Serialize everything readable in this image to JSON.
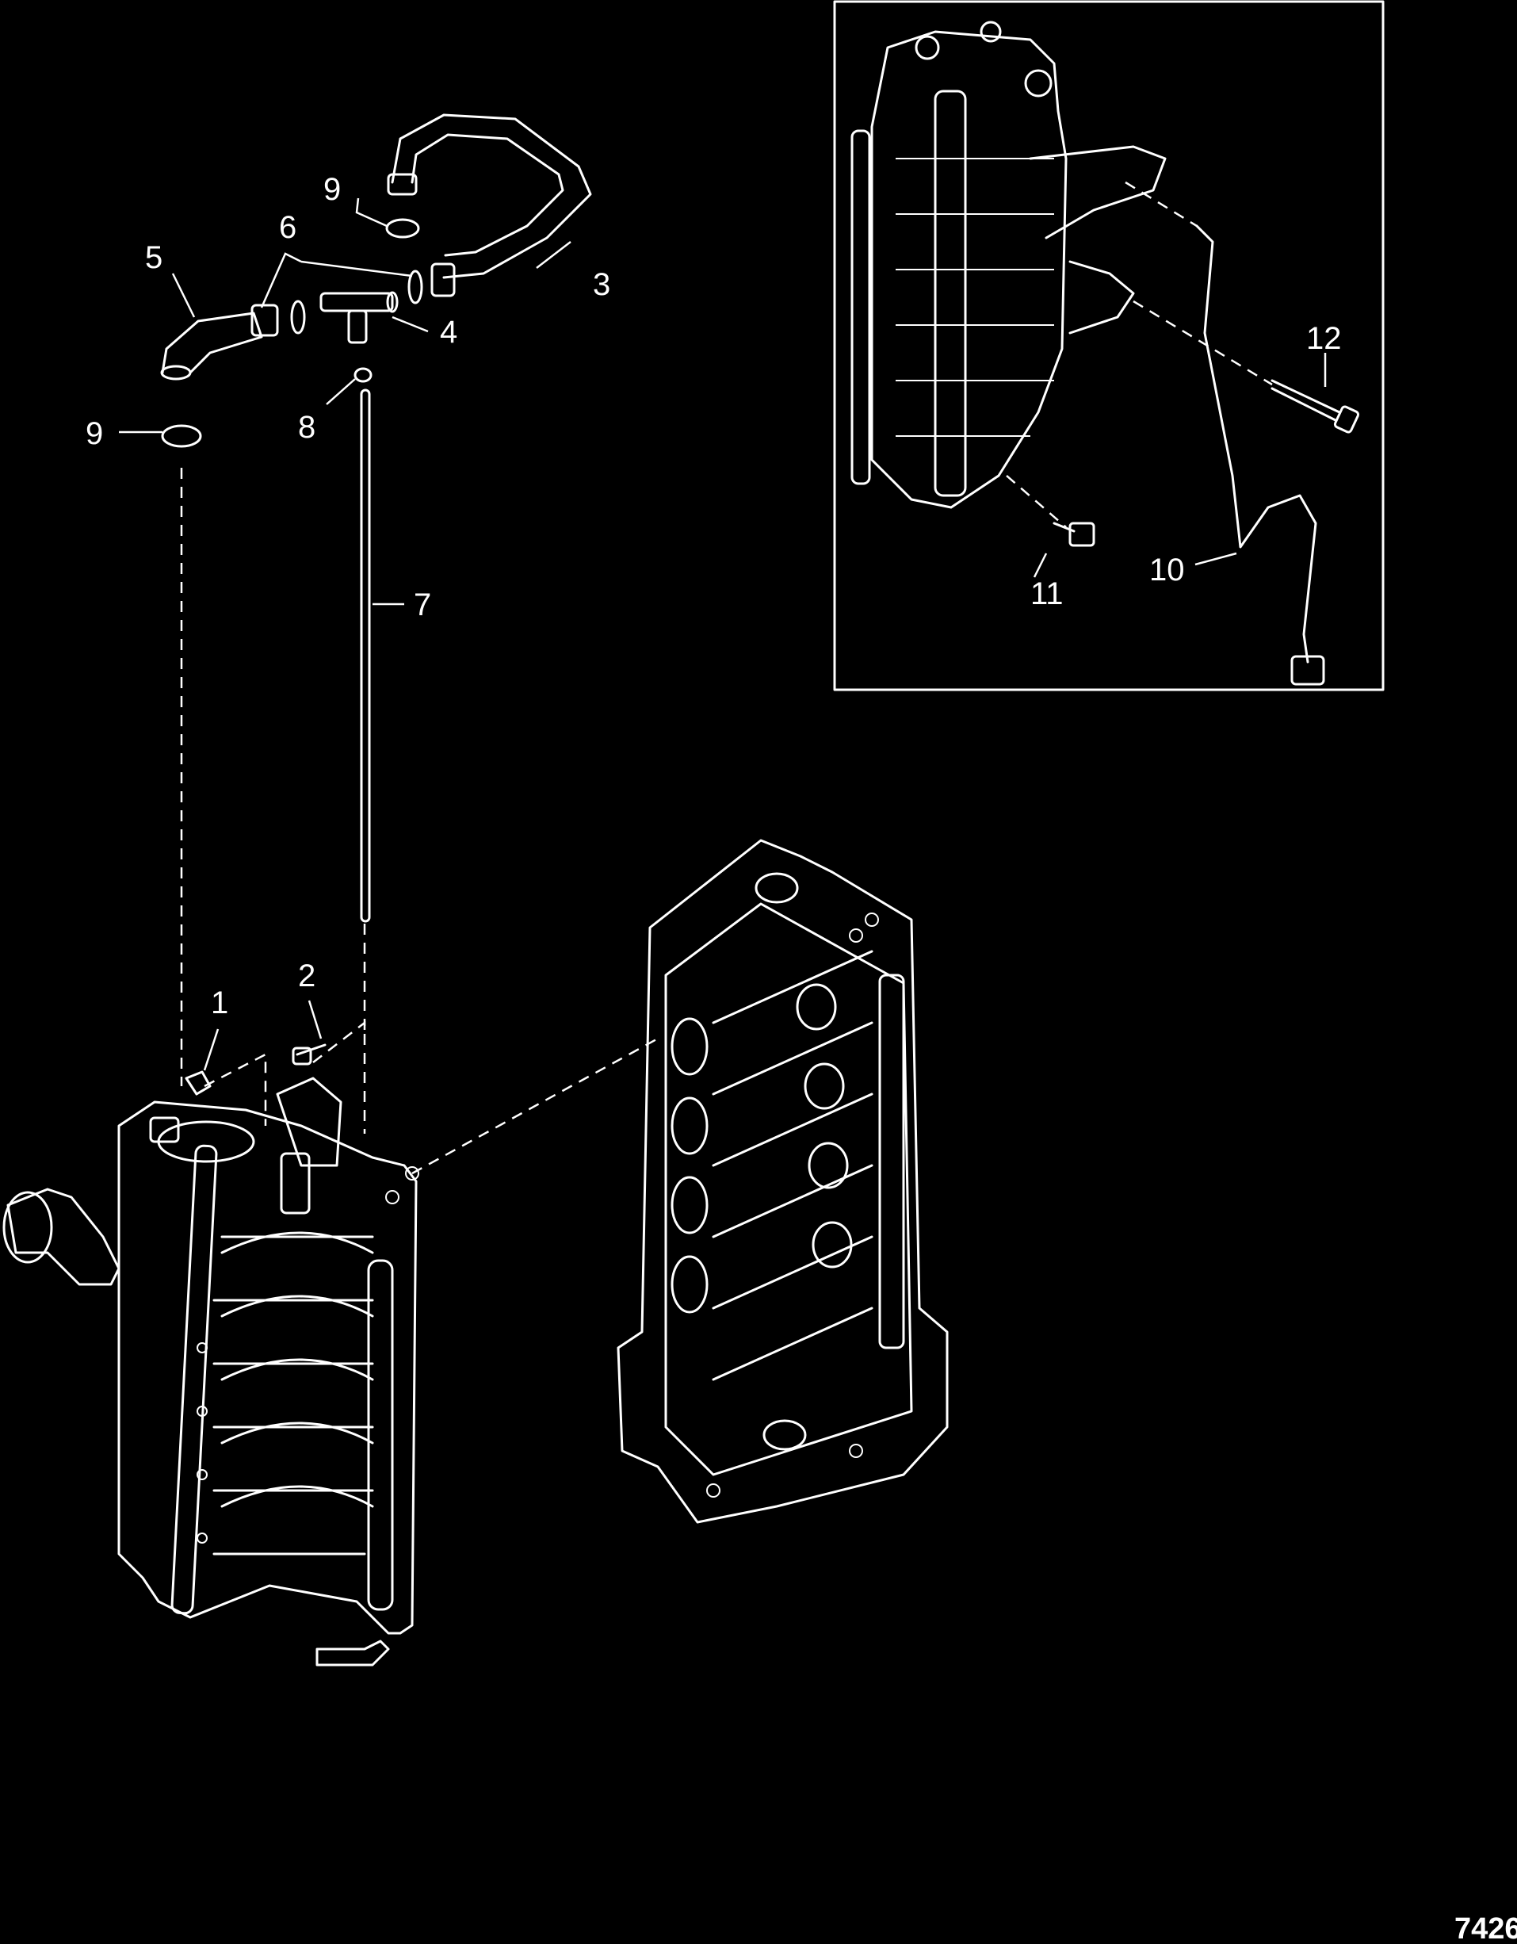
{
  "diagram": {
    "callouts": {
      "c1": "1",
      "c2": "2",
      "c3": "3",
      "c4": "4",
      "c5": "5",
      "c6": "6",
      "c7": "7",
      "c8": "8",
      "c9a": "9",
      "c9b": "9",
      "c10": "10",
      "c11": "11",
      "c12": "12"
    },
    "figure_number": "7426",
    "colors": {
      "background": "#000000",
      "linework": "#ffffff"
    }
  }
}
